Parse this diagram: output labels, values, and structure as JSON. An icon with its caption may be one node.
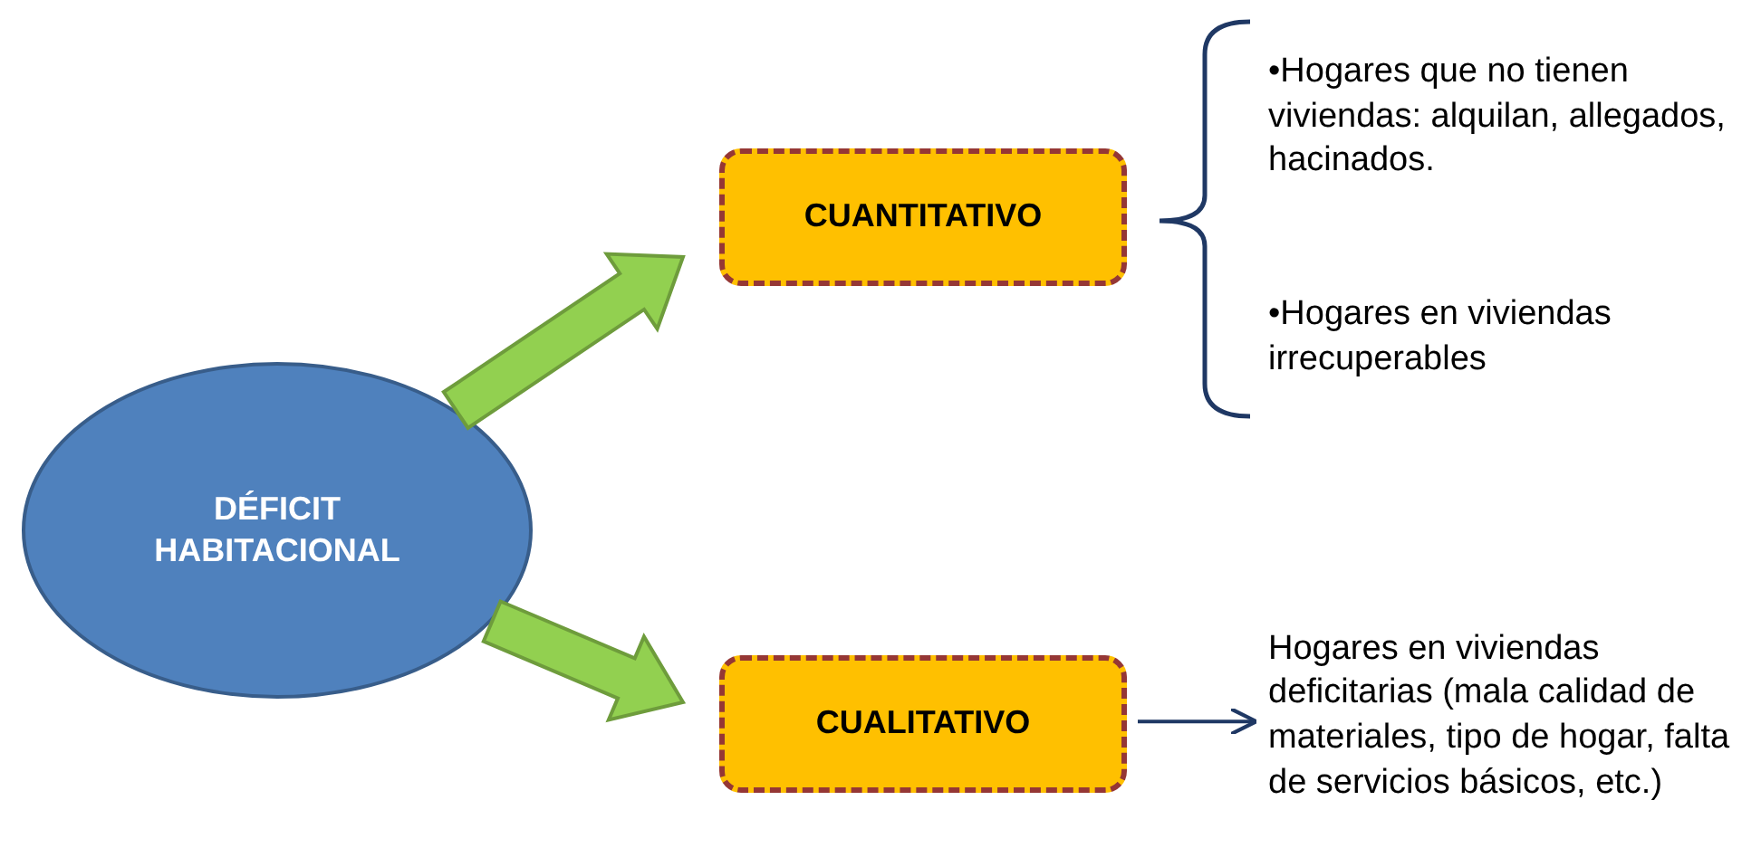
{
  "diagram": {
    "nodes": [
      {
        "text": [
          "DÉFICIT HABITACIONAL"
        ]
      },
      {
        "text": [
          "CUANTITATIVO"
        ]
      },
      {
        "text": [
          "CUALITATIVO"
        ]
      },
      {
        "text": [
          "Hogares en viviendas deficitarias (mala calidad de materiales, tipo de hogar, falta de servicios básicos, etc.)"
        ]
      }
    ],
    "edges": [
      {
        "from": 0,
        "to": 1,
        "arrow": "to",
        "style": "thick",
        "color": "#92d050"
      },
      {
        "from": 0,
        "to": 2,
        "arrow": "to",
        "style": "thick",
        "color": "#92d050"
      },
      {
        "from": 2,
        "to": 3,
        "arrow": "to",
        "color": "#1f3864"
      }
    ],
    "labels": [
      "•Hogares que no tienen viviendas: alquilan, allegados, hacinados.",
      "•Hogares en viviendas irrecuperables"
    ]
  }
}
